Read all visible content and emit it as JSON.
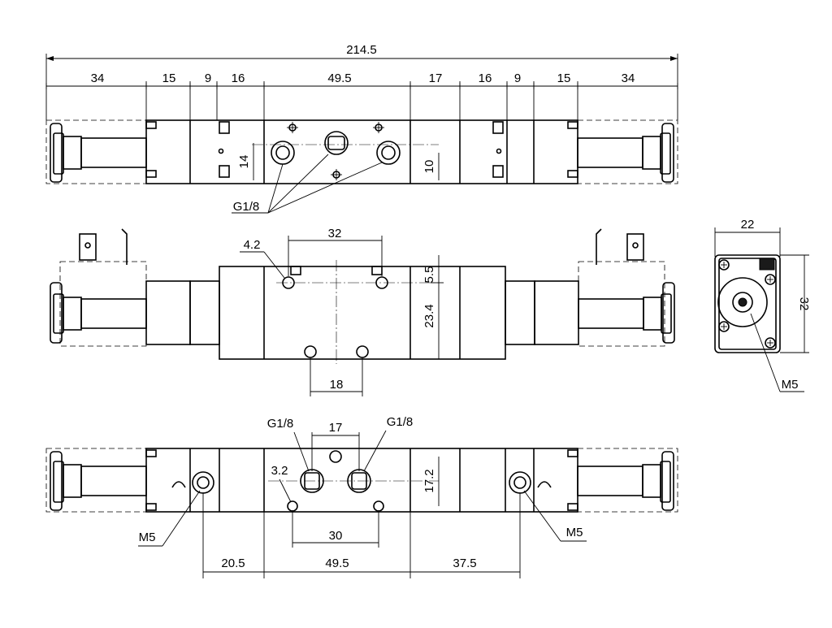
{
  "colors": {
    "ink": "#000000",
    "paper": "#ffffff"
  },
  "dims": {
    "overall": "214.5",
    "seg": [
      "34",
      "15",
      "9",
      "16",
      "49.5",
      "17",
      "16",
      "9",
      "15",
      "34"
    ],
    "top_h1": "14",
    "top_h2": "10",
    "top_port": "G1/8",
    "mid_hole": "4.2",
    "mid_span_top": "32",
    "mid_offset": "5.5",
    "mid_height": "23.4",
    "mid_span_bot": "18",
    "side_width": "22",
    "side_height": "32",
    "side_thread": "M5",
    "bot_port_left": "G1/8",
    "bot_port_span": "17",
    "bot_port_right": "G1/8",
    "bot_hole": "3.2",
    "bot_height": "17.2",
    "bot_hole_span": "30",
    "bot_thread_left": "M5",
    "bot_thread_right": "M5",
    "bot_left": "20.5",
    "bot_mid": "49.5",
    "bot_right": "37.5"
  }
}
